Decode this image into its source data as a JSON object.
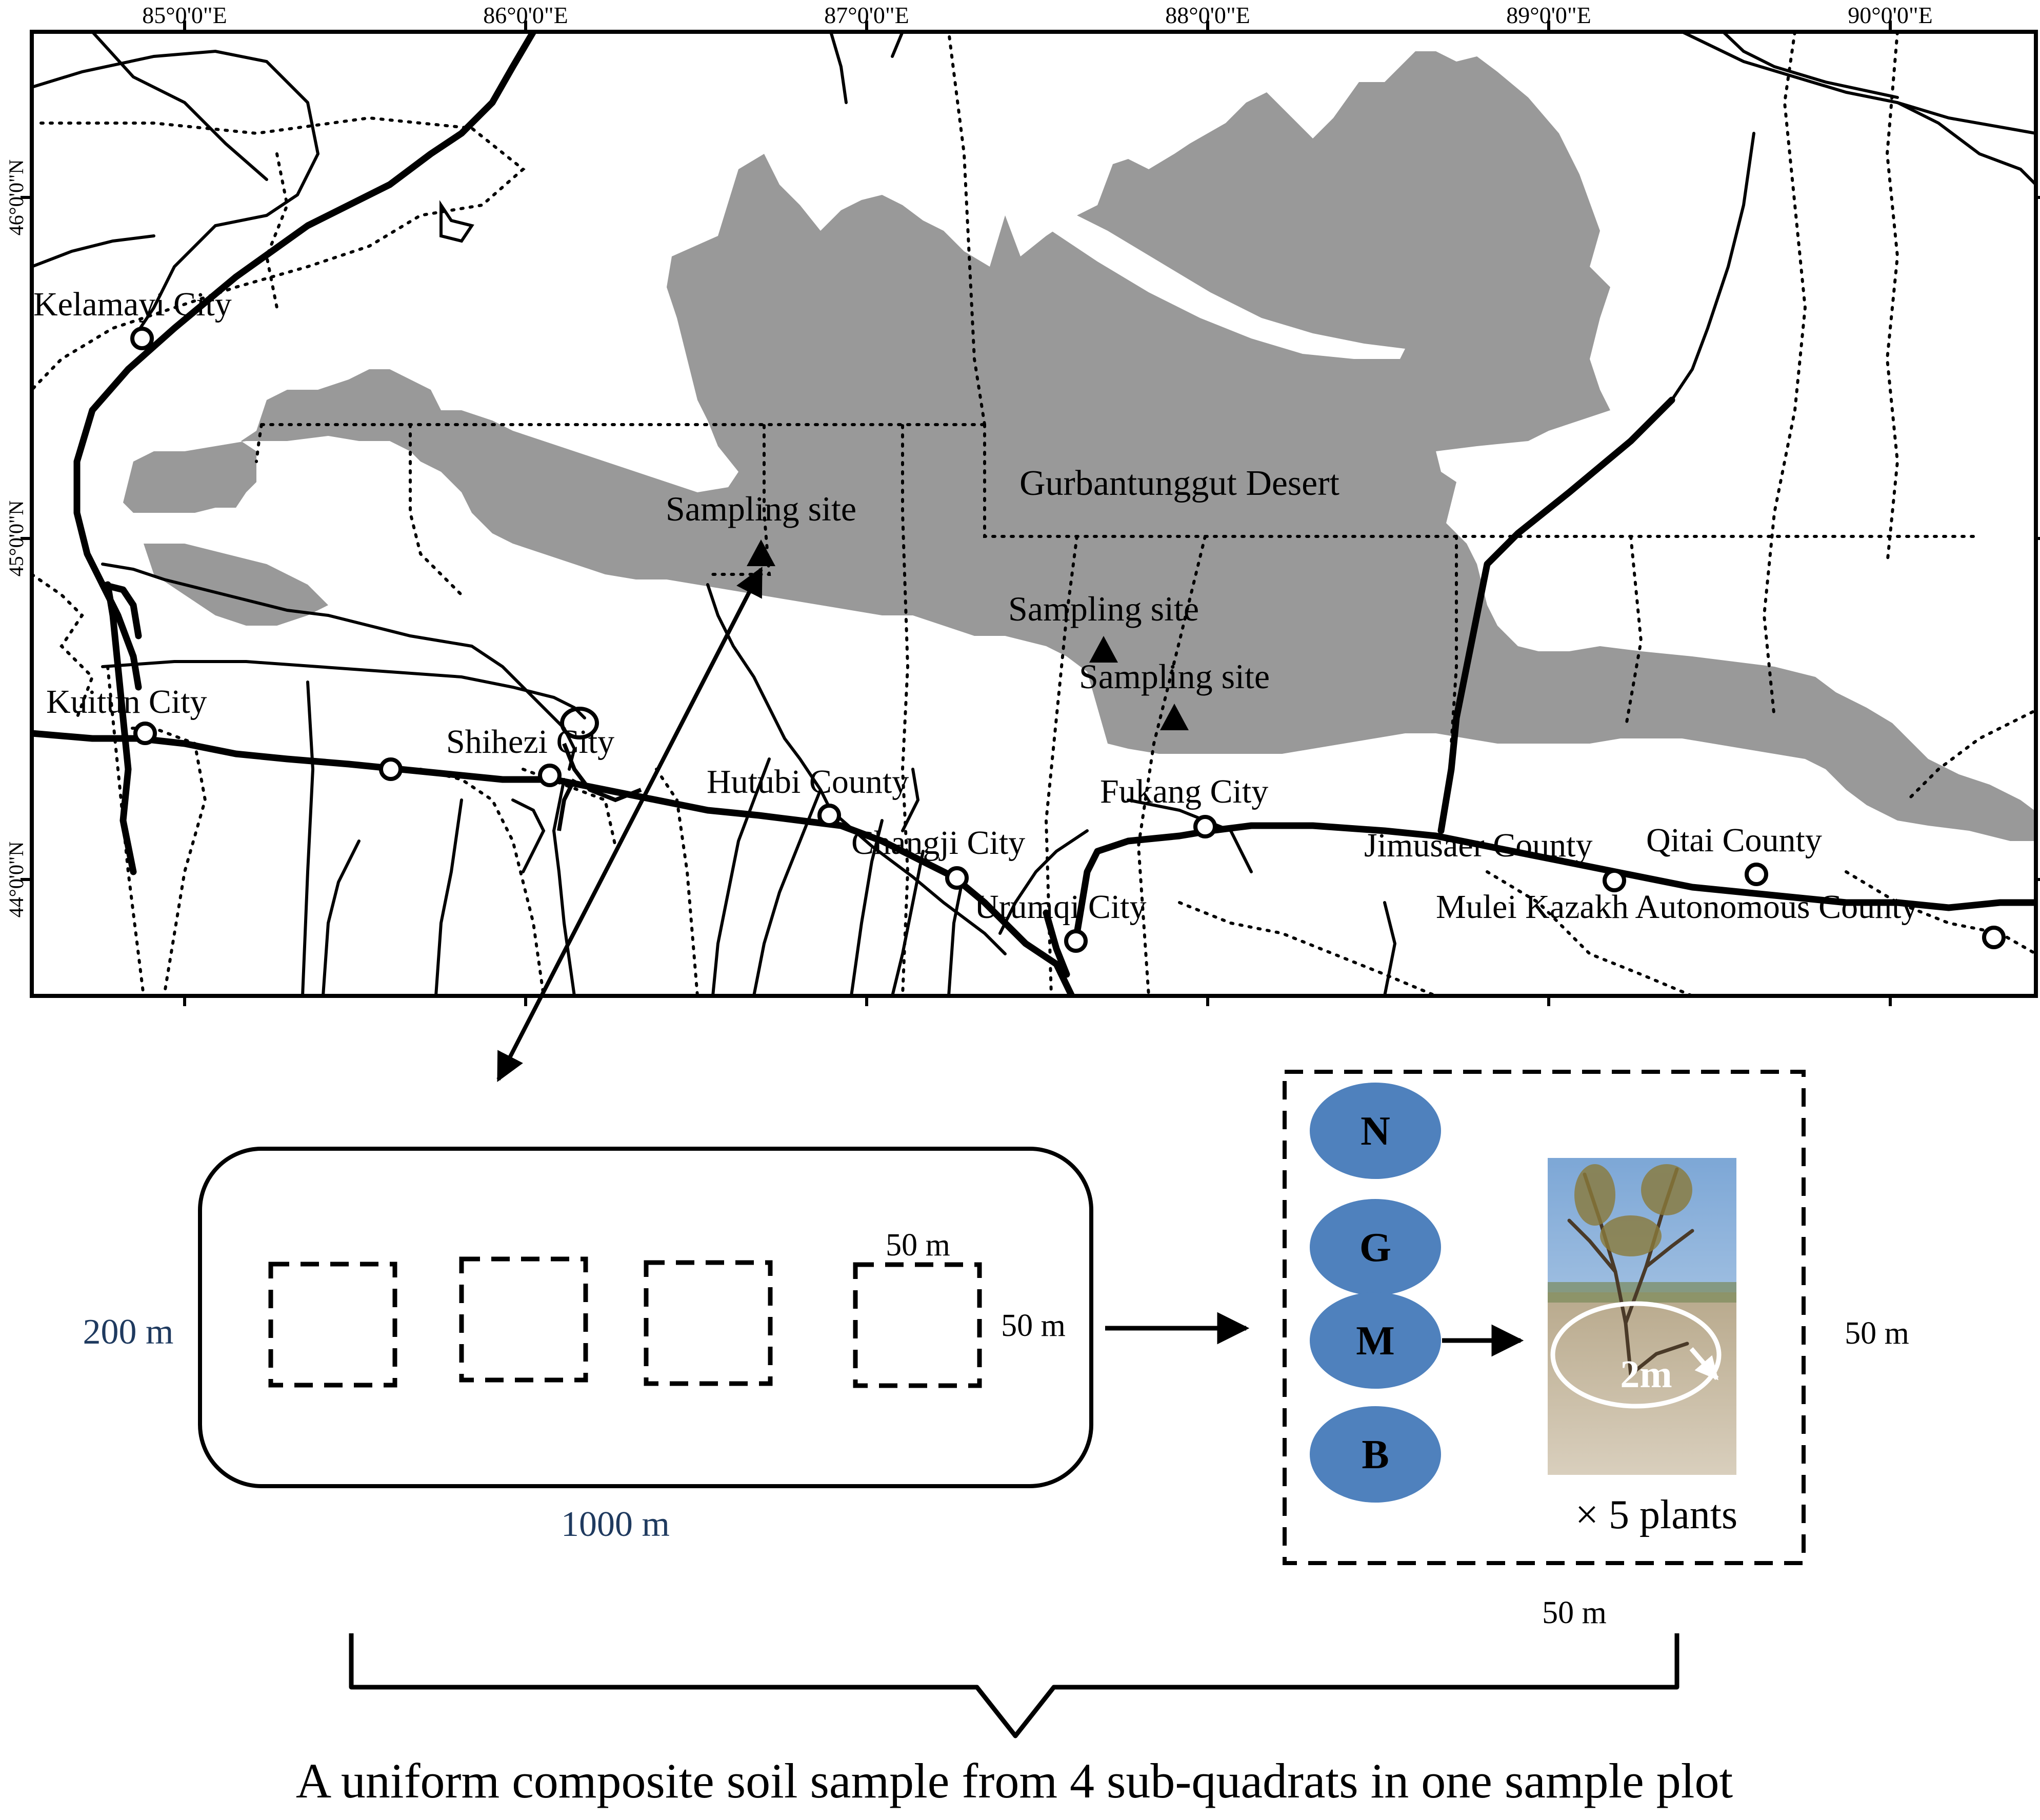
{
  "map": {
    "lon_ticks": [
      "85°0'0\"E",
      "86°0'0\"E",
      "87°0'0\"E",
      "88°0'0\"E",
      "89°0'0\"E",
      "90°0'0\"E"
    ],
    "lat_ticks": [
      "46°0'0\"N",
      "45°0'0\"N",
      "44°0'0\"N"
    ],
    "desert_label": "Gurbantunggut Desert",
    "sampling_site_label": "Sampling site",
    "cities": [
      "Kelamayi City",
      "Kuitun City",
      "Shihezi City",
      "Hutubi County",
      "Changji City",
      "Urumqi City",
      "Fukang City",
      "Jimusaer County",
      "Qitai County",
      "Mulei Kazakh Autonomous County"
    ],
    "colors": {
      "desert": "#999999",
      "frame": "#000000"
    }
  },
  "plot": {
    "height_label": "200 m",
    "width_label": "1000 m",
    "quadrat_top_label": "50 m",
    "quadrat_side_label": "50 m"
  },
  "quadrat": {
    "positions": [
      "N",
      "G",
      "M",
      "B"
    ],
    "radius_label": "2m",
    "count_label": "× 5 plants",
    "side_label": "50 m",
    "bottom_label": "50 m",
    "colors": {
      "position_fill": "#4f81bd"
    }
  },
  "caption": "A uniform composite soil sample from 4 sub-quadrats in one sample plot"
}
